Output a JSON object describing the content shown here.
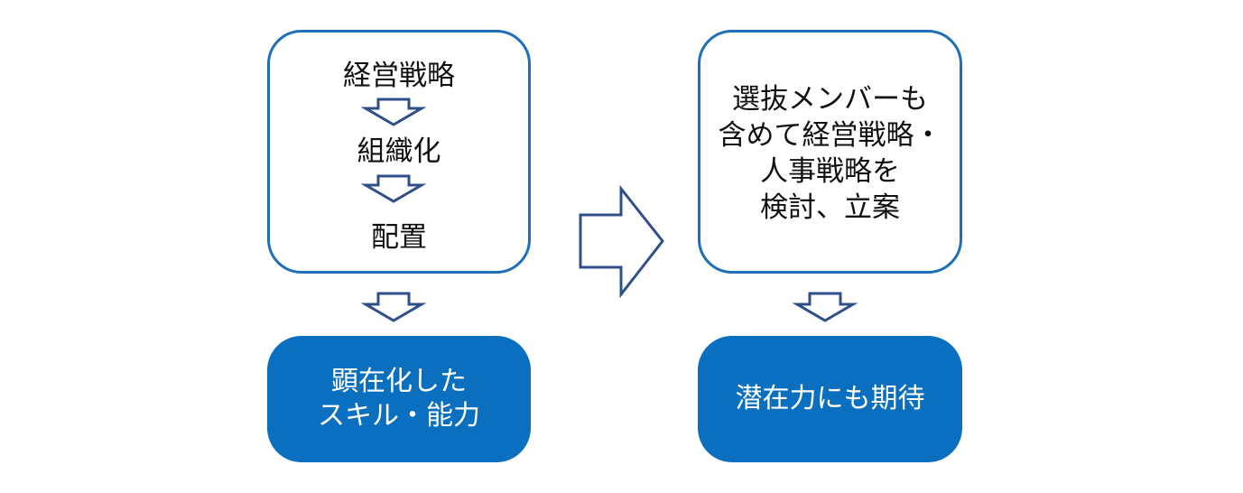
{
  "left_panel": {
    "steps": [
      "経営戦略",
      "組織化",
      "配置"
    ],
    "result_lines": [
      "顕在化した",
      "スキル・能力"
    ]
  },
  "right_panel": {
    "description_lines": [
      "選抜メンバーも",
      "含めて経営戦略・",
      "人事戦略を",
      "検討、立案"
    ],
    "result": "潜在力にも期待"
  },
  "colors": {
    "outline": "#1f6fb8",
    "fill": "#0a6fbf",
    "arrow_stroke": "#2f4f8a"
  }
}
